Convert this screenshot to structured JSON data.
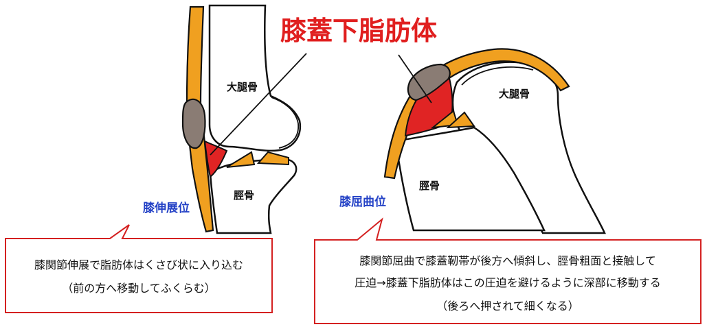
{
  "title": "膝蓋下脂肪体",
  "colors": {
    "title": "#e01f1f",
    "fat_pad": "#e02424",
    "tendon": "#f0a020",
    "patella": "#8a7c74",
    "position_label": "#2442c6",
    "callout_border": "#d42020",
    "outline": "#111111"
  },
  "left_panel": {
    "femur_label": "大腿骨",
    "tibia_label": "脛骨",
    "position_label": "膝伸展位",
    "callout_lines": [
      "膝関節伸展で脂肪体はくさび状に入り込む",
      "（前の方へ移動してふくらむ）"
    ]
  },
  "right_panel": {
    "femur_label": "大腿骨",
    "tibia_label": "脛骨",
    "position_label": "膝屈曲位",
    "callout_lines": [
      "膝関節屈曲で膝蓋靭帯が後方へ傾斜し、脛骨粗面と接触して",
      "圧迫→膝蓋下脂肪体はこの圧迫を避けるように深部に移動する",
      "（後ろへ押されて細くなる）"
    ]
  }
}
